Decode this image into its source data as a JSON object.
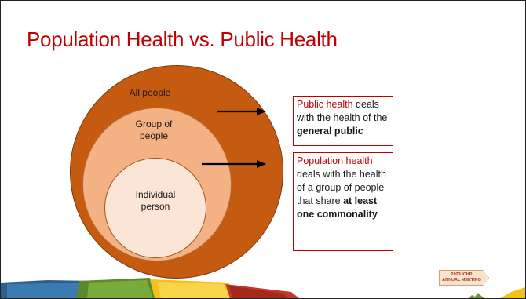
{
  "slide": {
    "title": "Population Health vs. Public Health"
  },
  "diagram": {
    "outer_label": "All people",
    "middle_label": "Group of\npeople",
    "inner_label": "Individual\nperson"
  },
  "boxes": {
    "public_health": {
      "term": "Public health",
      "text_1": " deals with the health of the ",
      "emphasis": "general public"
    },
    "population_health": {
      "term": "Population health",
      "text_1": " deals with the health of a group of people that share ",
      "emphasis_1": "at least one commonality"
    }
  },
  "badge": {
    "line1": "2023 ICHP",
    "line2": "ANNUAL MEETING"
  },
  "colors": {
    "title": "#c00000",
    "outer_circle": "#c55a11",
    "middle_circle": "#f4b183",
    "inner_circle": "#fbe5d6",
    "box_border": "#c00000"
  }
}
